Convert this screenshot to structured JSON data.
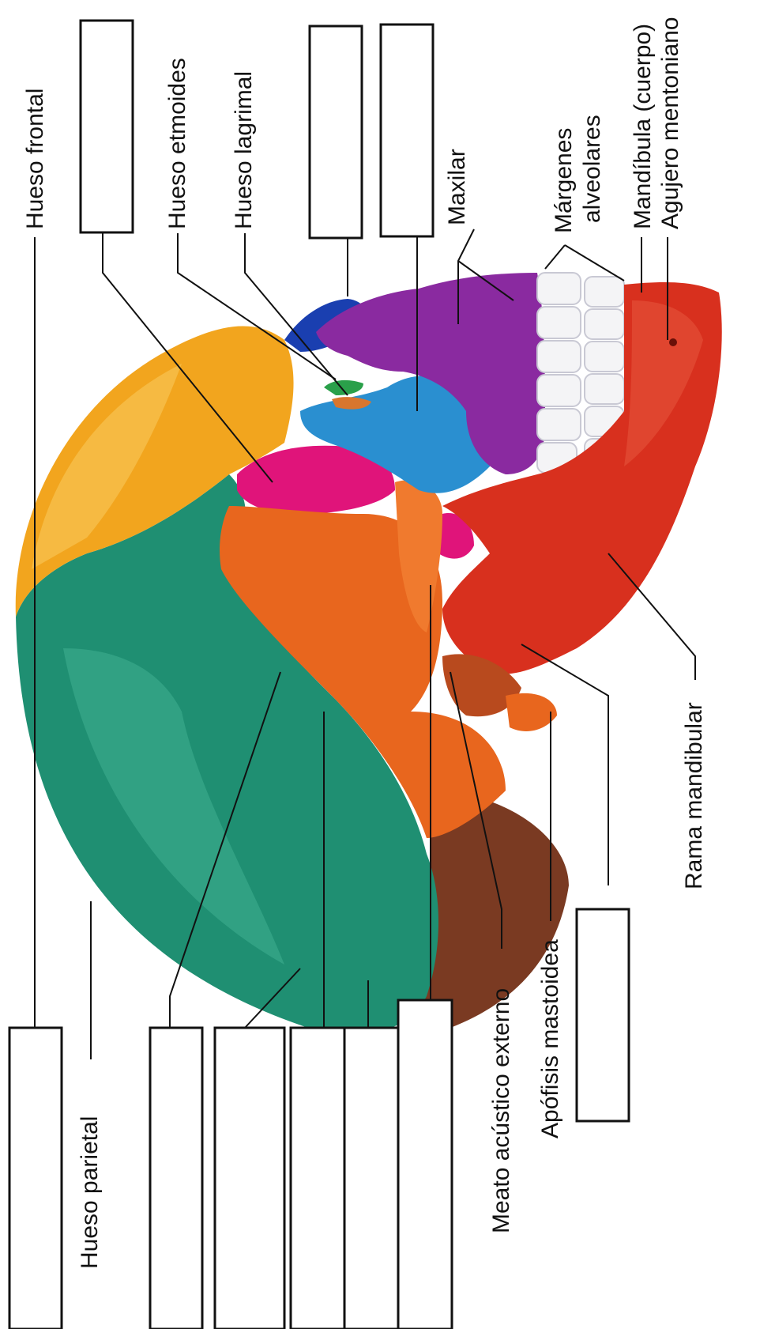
{
  "labels": {
    "frontal": "Hueso frontal",
    "etmoides": "Hueso etmoides",
    "lagrimal": "Hueso lagrimal",
    "maxilar": "Maxilar",
    "margenes_1": "Márgenes",
    "margenes_2": "alveolares",
    "mandibula_cuerpo": "Mandíbula (cuerpo)",
    "agujero_mentoniano": "Agujero mentoniano",
    "rama_mandibular": "Rama mandibular",
    "hueso_parietal": "Hueso parietal",
    "meato": "Meato acústico externo",
    "apofisis": "Apófisis mastoidea"
  },
  "colors": {
    "frontal": "#f2a51e",
    "parietal": "#1f8f72",
    "temporal": "#e8661e",
    "occipital": "#8a4a2a",
    "sphenoid": "#e0147a",
    "zygomatic": "#2a8fd0",
    "nasal": "#1a3fb0",
    "ethmoid": "#2aa04a",
    "maxilla": "#8a2aa0",
    "mandible": "#d8301e",
    "teeth": "#f4f4f6"
  }
}
